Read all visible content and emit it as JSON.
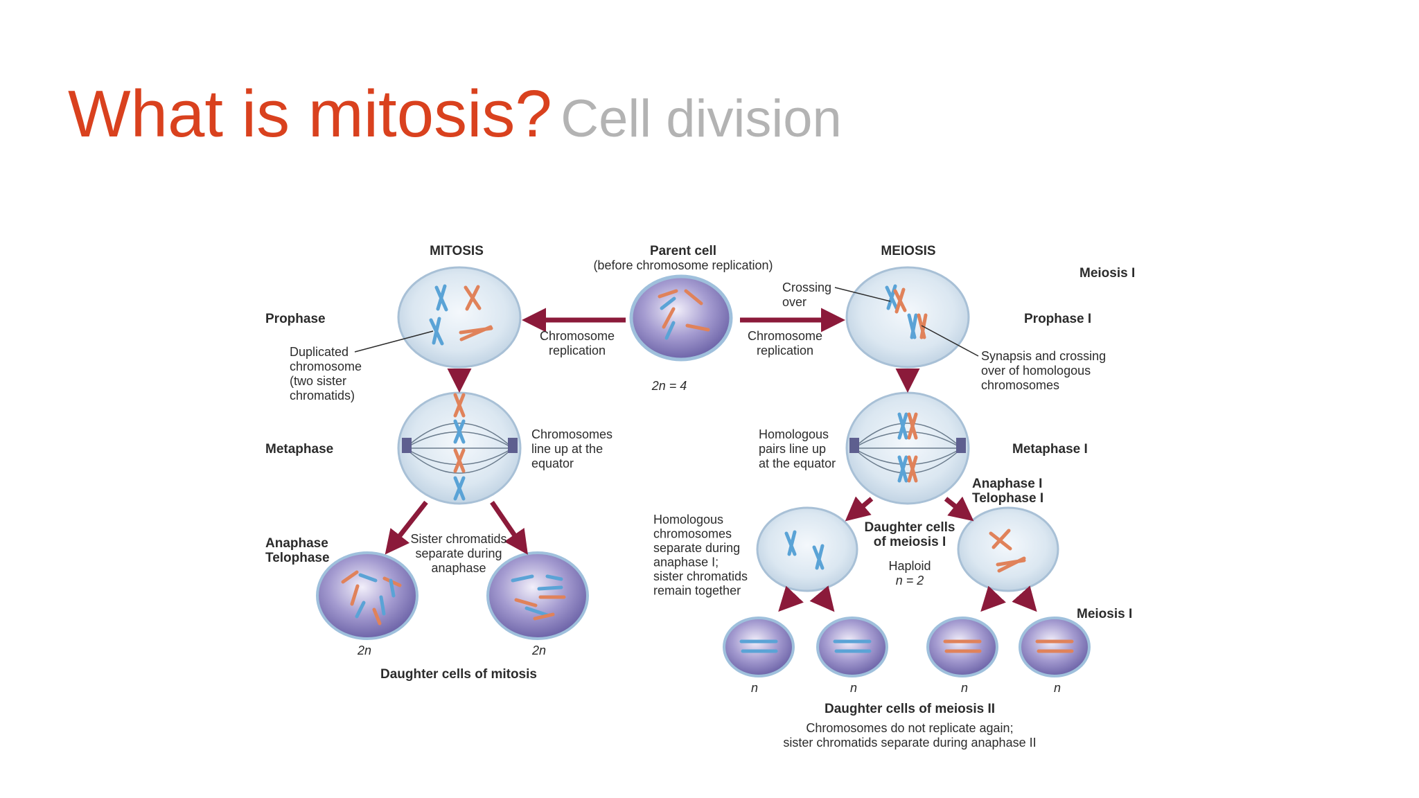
{
  "title": {
    "main": "What is mitosis?",
    "sub": "Cell division"
  },
  "colors": {
    "title": "#d9411e",
    "subtitle": "#b3b3b3",
    "arrow": "#8b1a3a",
    "blue_chromosome": "#5aa3d6",
    "orange_chromosome": "#e0825a",
    "cell_light": "#dde8f2",
    "cell_dark": "#7b73b8"
  },
  "headers": {
    "mitosis": "MITOSIS",
    "parent_cell": "Parent cell",
    "parent_cell_sub": "(before chromosome replication)",
    "meiosis": "MEIOSIS",
    "meiosis_i_edge": "Meiosis I",
    "meiosis_ii_edge": "Meiosis I"
  },
  "labels": {
    "prophase": "Prophase",
    "metaphase": "Metaphase",
    "anaphase": "Anaphase",
    "telophase": "Telophase",
    "duplicated_chromosome": [
      "Duplicated",
      "chromosome",
      "(two sister",
      "chromatids)"
    ],
    "replication_left": [
      "Chromosome",
      "replication"
    ],
    "replication_right": [
      "Chromosome",
      "replication"
    ],
    "ploidy_parent": "2n = 4",
    "chromosomes_line_up": [
      "Chromosomes",
      "line up at the",
      "equator"
    ],
    "sister_separate": [
      "Sister chromatids",
      "separate during",
      "anaphase"
    ],
    "mitosis_daughter_left": "2n",
    "mitosis_daughter_right": "2n",
    "daughter_cells_mitosis": "Daughter cells of mitosis",
    "crossing_over": [
      "Crossing",
      "over"
    ],
    "prophase_i": "Prophase I",
    "synapsis": [
      "Synapsis and crossing",
      "over of homologous",
      "chromosomes"
    ],
    "homologous_pairs": [
      "Homologous",
      "pairs line up",
      "at the equator"
    ],
    "metaphase_i": "Metaphase I",
    "anaphase_i": "Anaphase I",
    "telophase_i": "Telophase I",
    "homologous_separate": [
      "Homologous",
      "chromosomes",
      "separate during",
      "anaphase I;",
      "sister chromatids",
      "remain together"
    ],
    "daughter_cells_meiosis_i": [
      "Daughter cells",
      "of meiosis I"
    ],
    "haploid": "Haploid",
    "haploid_n": "n = 2",
    "meiosis_ii_n": [
      "n",
      "n",
      "n",
      "n"
    ],
    "daughter_cells_meiosis_ii": "Daughter cells of meiosis II",
    "meiosis_ii_note": [
      "Chromosomes do not replicate again;",
      "sister chromatids separate during anaphase II"
    ]
  }
}
